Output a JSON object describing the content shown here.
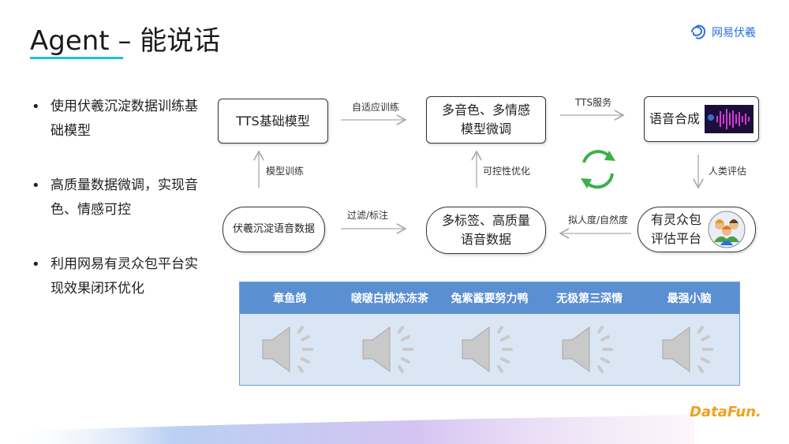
{
  "header": {
    "title": "Agent – 能说话",
    "logo_text": "网易伏羲"
  },
  "bullets": [
    "使用伏羲沉淀数据训练基础模型",
    "高质量数据微调，实现音色、情感可控",
    "利用网易有灵众包平台实现效果闭环优化"
  ],
  "diagram": {
    "nodes": {
      "tts_base": "TTS基础模型",
      "multi_tone": [
        "多音色、多情感",
        "模型微调"
      ],
      "synthesis": "语音合成",
      "fuxi_data": "伏羲沉淀语音数据",
      "multi_label": [
        "多标签、高质量",
        "语音数据"
      ],
      "crowd": [
        "有灵众包",
        "评估平台"
      ]
    },
    "edges": {
      "adaptive": "自适应训练",
      "tts_service": "TTS服务",
      "model_training": "模型训练",
      "controllability": "可控性优化",
      "human_eval": "人类评估",
      "filter": "过滤/标注",
      "naturalness": "拟人度/自然度"
    }
  },
  "table": {
    "headers": [
      "章鱼鸽",
      "啵啵白桃冻冻茶",
      "兔紫酱要努力鸭",
      "无极第三深情",
      "最强小脑"
    ],
    "cell_icon": "speaker-icon"
  },
  "footer": {
    "brand": "DataFun."
  },
  "colors": {
    "accent": "#1cc0d8",
    "table_header": "#5a8fd2",
    "table_body": "#dbe6f4",
    "logo": "#2a6fe0",
    "brand": "#f0a020"
  }
}
